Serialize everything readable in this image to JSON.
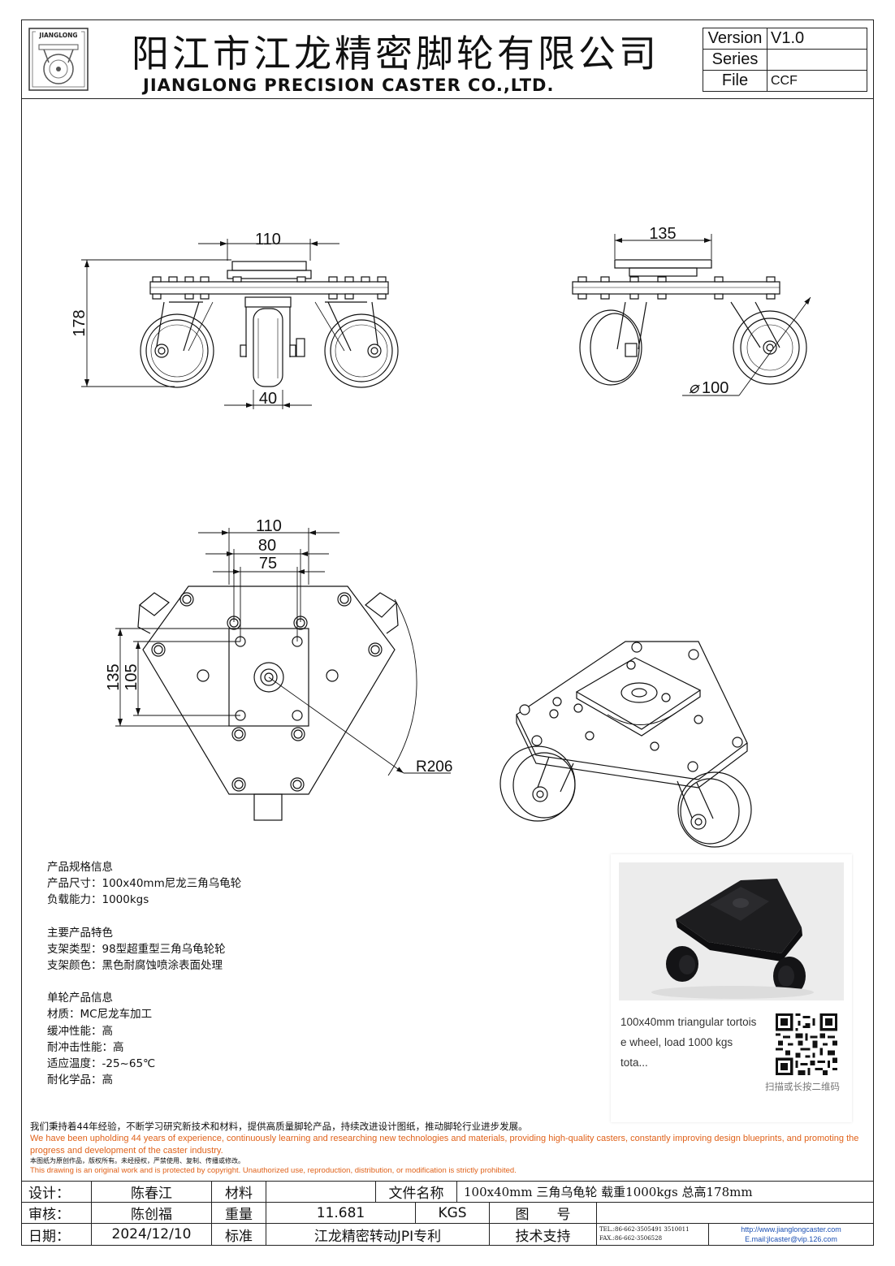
{
  "header": {
    "logo_text": "JIANGLONG",
    "company_cn": "阳江市江龙精密脚轮有限公司",
    "company_en": "JIANGLONG PRECISION CASTER CO.,LTD.",
    "version_label": "Version",
    "version_value": "V1.0",
    "series_label": "Series",
    "series_value": "",
    "file_label": "File",
    "file_value": "CCF"
  },
  "dimensions": {
    "front_width": "110",
    "front_height": "178",
    "front_wheel_width": "40",
    "side_width": "135",
    "side_wheel_dia": "100",
    "top_width_outer": "110",
    "top_width_mid": "80",
    "top_width_inner": "75",
    "top_height_outer": "135",
    "top_height_inner": "105",
    "top_radius": "R206"
  },
  "spec": {
    "sec1_title": "产品规格信息",
    "sec1_l1": "产品尺寸：100x40mm尼龙三角乌龟轮",
    "sec1_l2": "负载能力：1000kgs",
    "sec2_title": "主要产品特色",
    "sec2_l1": "支架类型：98型超重型三角乌龟轮轮",
    "sec2_l2": "支架颜色：黑色耐腐蚀喷涂表面处理",
    "sec3_title": "单轮产品信息",
    "sec3_l1": "材质：MC尼龙车加工",
    "sec3_l2": "缓冲性能：高",
    "sec3_l3": "耐冲击性能：高",
    "sec3_l4": "适应温度：-25~65℃",
    "sec3_l5": "耐化学品：高"
  },
  "card": {
    "caption_l1": "100x40mm triangular tortois",
    "caption_l2": "e wheel, load 1000 kgs tota...",
    "scan_hint": "扫描或长按二维码"
  },
  "statement": {
    "cn1": "我们秉持着44年经验，不断学习研究新技术和材料，提供高质量脚轮产品，持续改进设计图纸，推动脚轮行业进步发展。",
    "en1": "We have been upholding 44 years of experience, continuously learning and researching new technologies and materials, providing high-quality casters, constantly improving design blueprints, and promoting the progress and development of the caster industry.",
    "cn2": "本图纸为原创作品，版权所有。未经授权，严禁使用、复制、传播或修改。",
    "en2": "This drawing is an original work and is protected by copyright. Unauthorized use, reproduction, distribution, or modification is strictly prohibited."
  },
  "title_block": {
    "design_label": "设计：",
    "design_value": "陈春江",
    "material_label": "材料",
    "material_value": "",
    "filename_label": "文件名称",
    "filename_value": "100x40mm 三角乌龟轮 载重1000kgs 总高178mm",
    "review_label": "审核：",
    "review_value": "陈创福",
    "weight_label": "重量",
    "weight_value": "11.681",
    "weight_unit": "KGS",
    "drawing_no_label": "图　　号",
    "drawing_no_value": "",
    "date_label": "日期：",
    "date_value": "2024/12/10",
    "standard_label": "标准",
    "standard_value": "江龙精密转动JPI专利",
    "support_label": "技术支持",
    "tel": "TEL.:86-662-3505491 3510011",
    "fax": "FAX.:86-662-3506528",
    "url": "http://www.jianglongcaster.com",
    "email": "E.mail:jlcaster@vip.126.com"
  }
}
